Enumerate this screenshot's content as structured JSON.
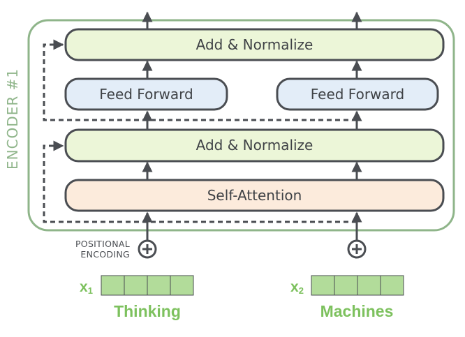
{
  "encoder": {
    "label": "ENCODER #1"
  },
  "layers": {
    "self_attention": "Self-Attention",
    "add_normalize_lower": "Add & Normalize",
    "feed_forward_left": "Feed Forward",
    "feed_forward_right": "Feed Forward",
    "add_normalize_upper": "Add & Normalize"
  },
  "positional_encoding": {
    "line1": "POSITIONAL",
    "line2": "ENCODING"
  },
  "inputs": [
    {
      "var": "x",
      "sub": "1",
      "word": "Thinking"
    },
    {
      "var": "x",
      "sub": "2",
      "word": "Machines"
    }
  ],
  "colors": {
    "encoder_border": "#8fb58a",
    "add_normalize_fill": "#ecf6d8",
    "feed_forward_fill": "#e3edf8",
    "self_attention_fill": "#fcebdc",
    "embedding_fill": "#b2dc9a",
    "word_green": "#7dc15e",
    "stroke": "#4a4d52"
  }
}
